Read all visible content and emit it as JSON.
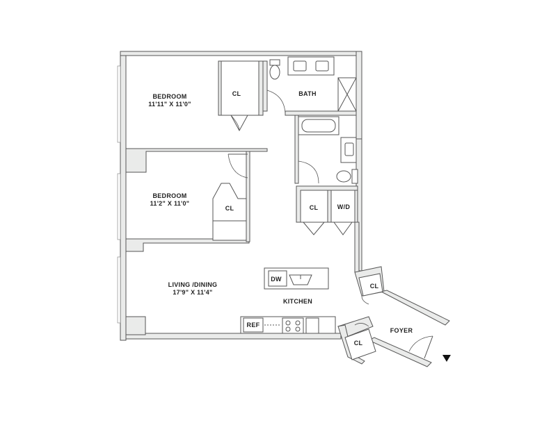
{
  "rooms": {
    "bedroom1": {
      "name": "BEDROOM",
      "dims": "11'11\" X 11'0\""
    },
    "bedroom2": {
      "name": "BEDROOM",
      "dims": "11'2\" X 11'0\""
    },
    "living": {
      "name": "LIVING /DINING",
      "dims": "17'9\" X 11'4\""
    },
    "bath": "BATH",
    "kitchen": "KITCHEN",
    "foyer": "FOYER"
  },
  "closets": {
    "bedroom1_closet": "CL",
    "bedroom2_closet": "CL",
    "hall_closet": "CL",
    "laundry": "W/D",
    "entry_closet": "CL",
    "foyer_closet": "CL"
  },
  "appliances": {
    "dishwasher": "DW",
    "refrigerator": "REF"
  },
  "entry_marker": "entry-triangle-icon"
}
